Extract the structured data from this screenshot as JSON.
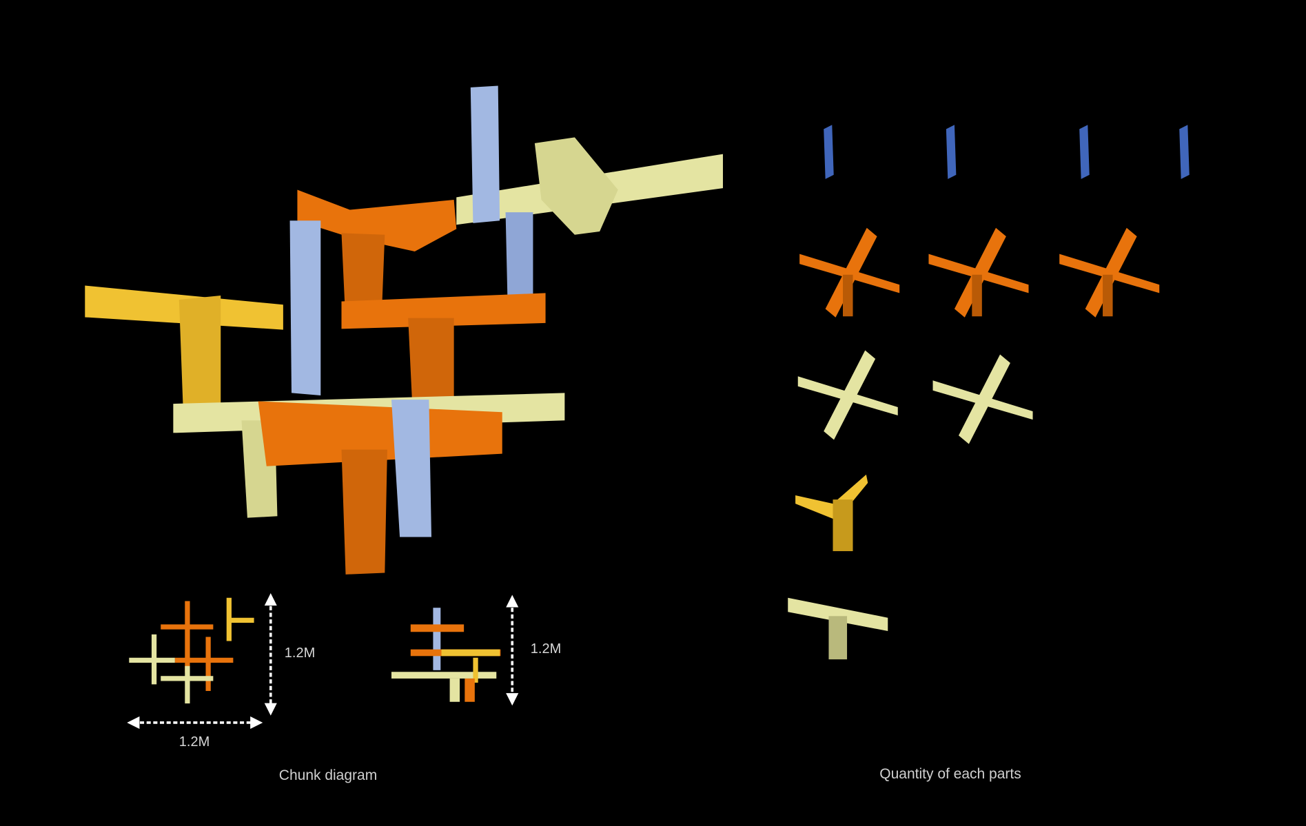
{
  "captions": {
    "chunk_diagram": "Chunk diagram",
    "quantity": "Quantity of each parts"
  },
  "dimensions": {
    "plan_height": "1.2M",
    "plan_width": "1.2M",
    "elevation_height": "1.2M"
  },
  "colors": {
    "orange": "#e8730c",
    "orange_dark": "#b95a06",
    "pale_yellow": "#e4e4a2",
    "pale_dark": "#b9b97c",
    "yellow": "#f0c232",
    "yellow_dark": "#c79a1c",
    "light_blue": "#a2b8e2",
    "light_blue_dark": "#7f95c4",
    "blue": "#4066bb"
  },
  "parts": [
    {
      "name": "connector-post",
      "color": "blue",
      "count": 4
    },
    {
      "name": "four-way-cross-orange",
      "color": "orange",
      "count": 3
    },
    {
      "name": "four-way-cross-pale",
      "color": "pale_yellow",
      "count": 2
    },
    {
      "name": "three-way-joint",
      "color": "yellow",
      "count": 1
    },
    {
      "name": "t-joint",
      "color": "pale_yellow",
      "count": 1
    }
  ]
}
